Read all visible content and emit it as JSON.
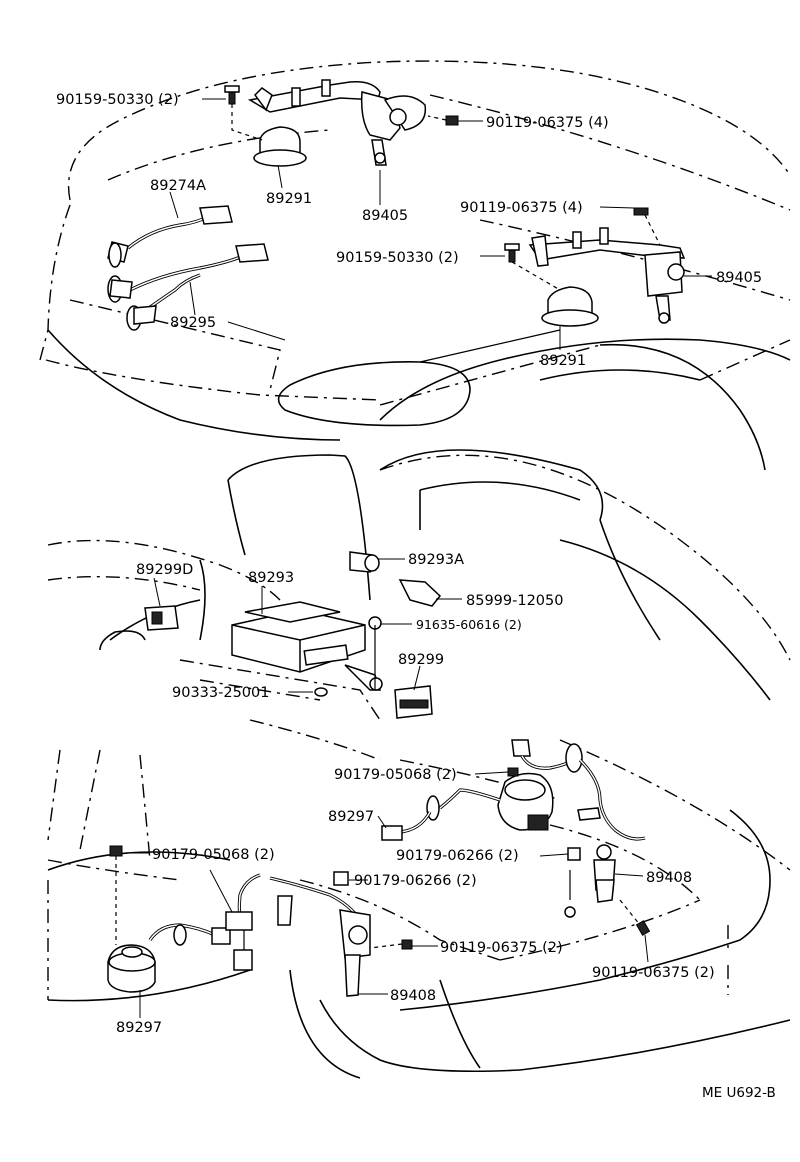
{
  "diagram": {
    "code": "ME U692-B",
    "labels": [
      {
        "id": "l1",
        "text": "90159-50330 (2)"
      },
      {
        "id": "l2",
        "text": "90119-06375 (4)"
      },
      {
        "id": "l3",
        "text": "89274A"
      },
      {
        "id": "l4",
        "text": "89291"
      },
      {
        "id": "l5",
        "text": "89405"
      },
      {
        "id": "l6",
        "text": "90119-06375 (4)"
      },
      {
        "id": "l7",
        "text": "90159-50330 (2)"
      },
      {
        "id": "l8",
        "text": "89405"
      },
      {
        "id": "l9",
        "text": "89295"
      },
      {
        "id": "l10",
        "text": "89291"
      },
      {
        "id": "l11",
        "text": "89293A"
      },
      {
        "id": "l12",
        "text": "89299D"
      },
      {
        "id": "l13",
        "text": "89293"
      },
      {
        "id": "l14",
        "text": "85999-12050"
      },
      {
        "id": "l15",
        "text": "91635-60616 (2)"
      },
      {
        "id": "l16",
        "text": "89299"
      },
      {
        "id": "l17",
        "text": "90333-25001"
      },
      {
        "id": "l18",
        "text": "90179-05068 (2)"
      },
      {
        "id": "l19",
        "text": "89297"
      },
      {
        "id": "l20",
        "text": "90179-05068 (2)"
      },
      {
        "id": "l21",
        "text": "90179-06266 (2)"
      },
      {
        "id": "l22",
        "text": "89408"
      },
      {
        "id": "l23",
        "text": "90179-06266 (2)"
      },
      {
        "id": "l24",
        "text": "90119-06375 (2)"
      },
      {
        "id": "l25",
        "text": "90119-06375 (2)"
      },
      {
        "id": "l26",
        "text": "89408"
      },
      {
        "id": "l27",
        "text": "89297"
      }
    ]
  }
}
